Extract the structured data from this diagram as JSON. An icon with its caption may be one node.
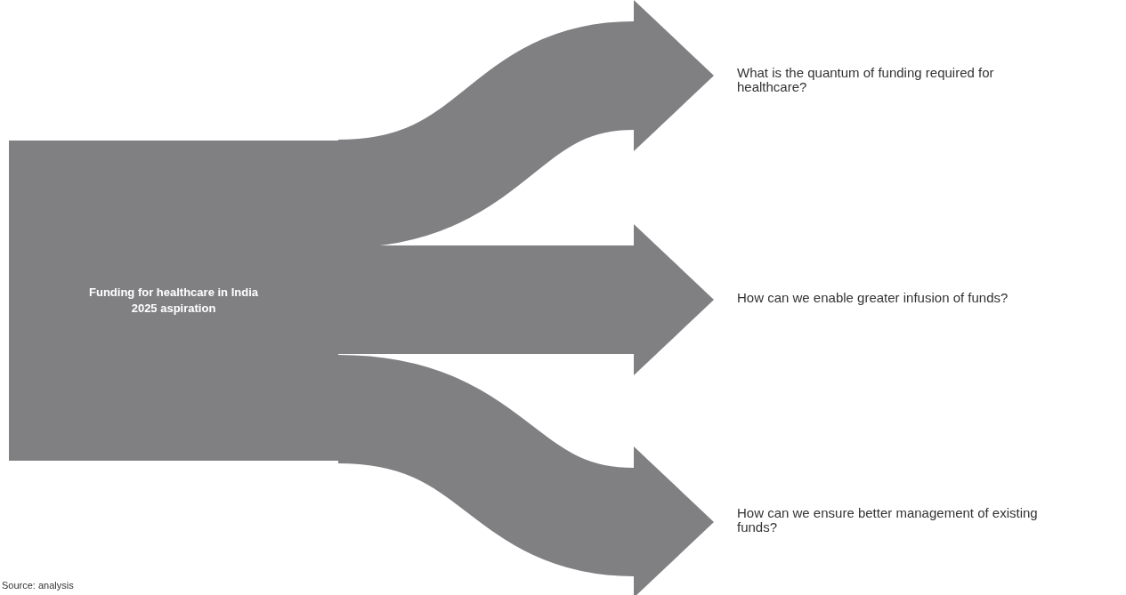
{
  "diagram": {
    "nodes": [
      {
        "text": [
          "Funding for healthcare in India",
          "2025 aspiration"
        ]
      },
      {
        "text": [
          "What is the quantum of funding required for healthcare?"
        ]
      },
      {
        "text": [
          "How can we enable greater infusion of funds?"
        ]
      },
      {
        "text": [
          "How can we ensure better management of existing funds?"
        ]
      }
    ],
    "edges": [
      {
        "from": 0,
        "to": 1,
        "arrow": "to"
      },
      {
        "from": 0,
        "to": 2,
        "arrow": "to"
      },
      {
        "from": 0,
        "to": 3,
        "arrow": "to"
      }
    ],
    "labels": [
      "Source: analysis"
    ]
  }
}
